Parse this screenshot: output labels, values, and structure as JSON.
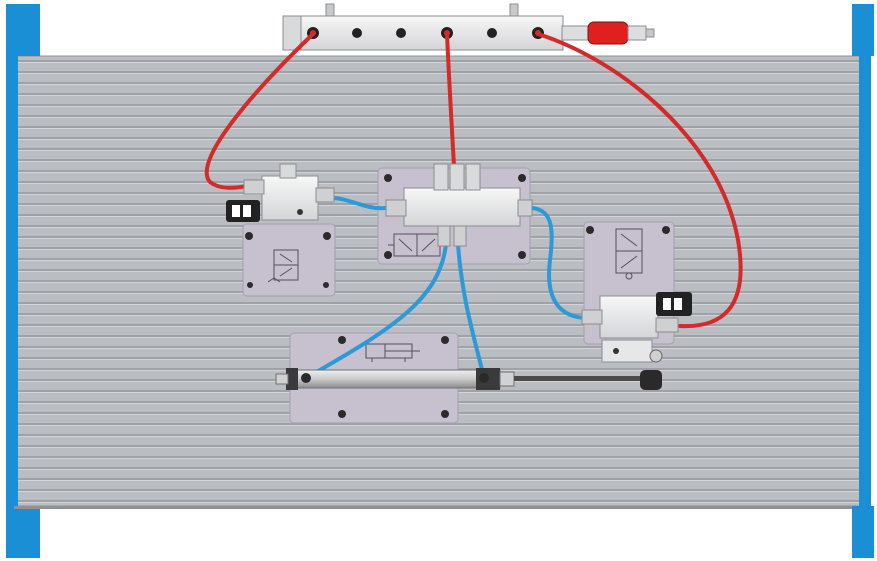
{
  "diagram": {
    "type": "pneumatic-training-board",
    "colors": {
      "pressure_line": "#d42a2a",
      "working_line": "#2a9ad8",
      "board_frame": "#1a8fd6",
      "board_surface": "#b9bcc0",
      "board_groove": "#9fa2a6",
      "module_plate": "#c3bccc",
      "component_body": "#e8e9ea",
      "connector": "#2a2a2a"
    },
    "components": [
      {
        "id": "manifold",
        "icon": "air-distribution-manifold"
      },
      {
        "id": "shutoff-valve",
        "icon": "red-ball-valve"
      },
      {
        "id": "left-valve",
        "icon": "3-2-way-valve-pushbutton"
      },
      {
        "id": "center-valve",
        "icon": "5-2-way-pneumatic-valve"
      },
      {
        "id": "right-valve",
        "icon": "3-2-way-valve-roller"
      },
      {
        "id": "cylinder",
        "icon": "double-acting-cylinder"
      }
    ],
    "connections": [
      {
        "from": "manifold",
        "to": "left-valve",
        "line": "pressure"
      },
      {
        "from": "manifold",
        "to": "center-valve",
        "line": "pressure"
      },
      {
        "from": "manifold",
        "to": "right-valve",
        "line": "pressure"
      },
      {
        "from": "left-valve",
        "to": "center-valve",
        "line": "working"
      },
      {
        "from": "right-valve",
        "to": "center-valve",
        "line": "working"
      },
      {
        "from": "center-valve",
        "to": "cylinder",
        "line": "working"
      },
      {
        "from": "center-valve",
        "to": "cylinder",
        "line": "working"
      }
    ]
  }
}
